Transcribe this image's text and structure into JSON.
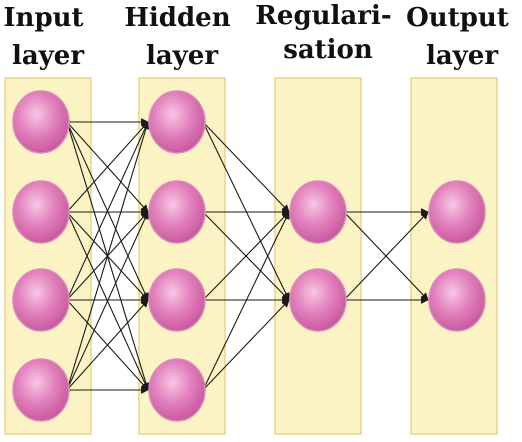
{
  "colors": {
    "band_fill": "#fbf3c4",
    "node_fill": "#e07ab8",
    "edge": "#1a1a1a"
  },
  "layers": [
    {
      "title_line1": "Input",
      "title_line2": "layer",
      "node_count": 4
    },
    {
      "title_line1": "Hidden",
      "title_line2": "layer",
      "node_count": 4
    },
    {
      "title_line1": "Regulari-",
      "title_line2": "sation",
      "node_count": 2
    },
    {
      "title_line1": "Output",
      "title_line2": "layer",
      "node_count": 2
    }
  ]
}
